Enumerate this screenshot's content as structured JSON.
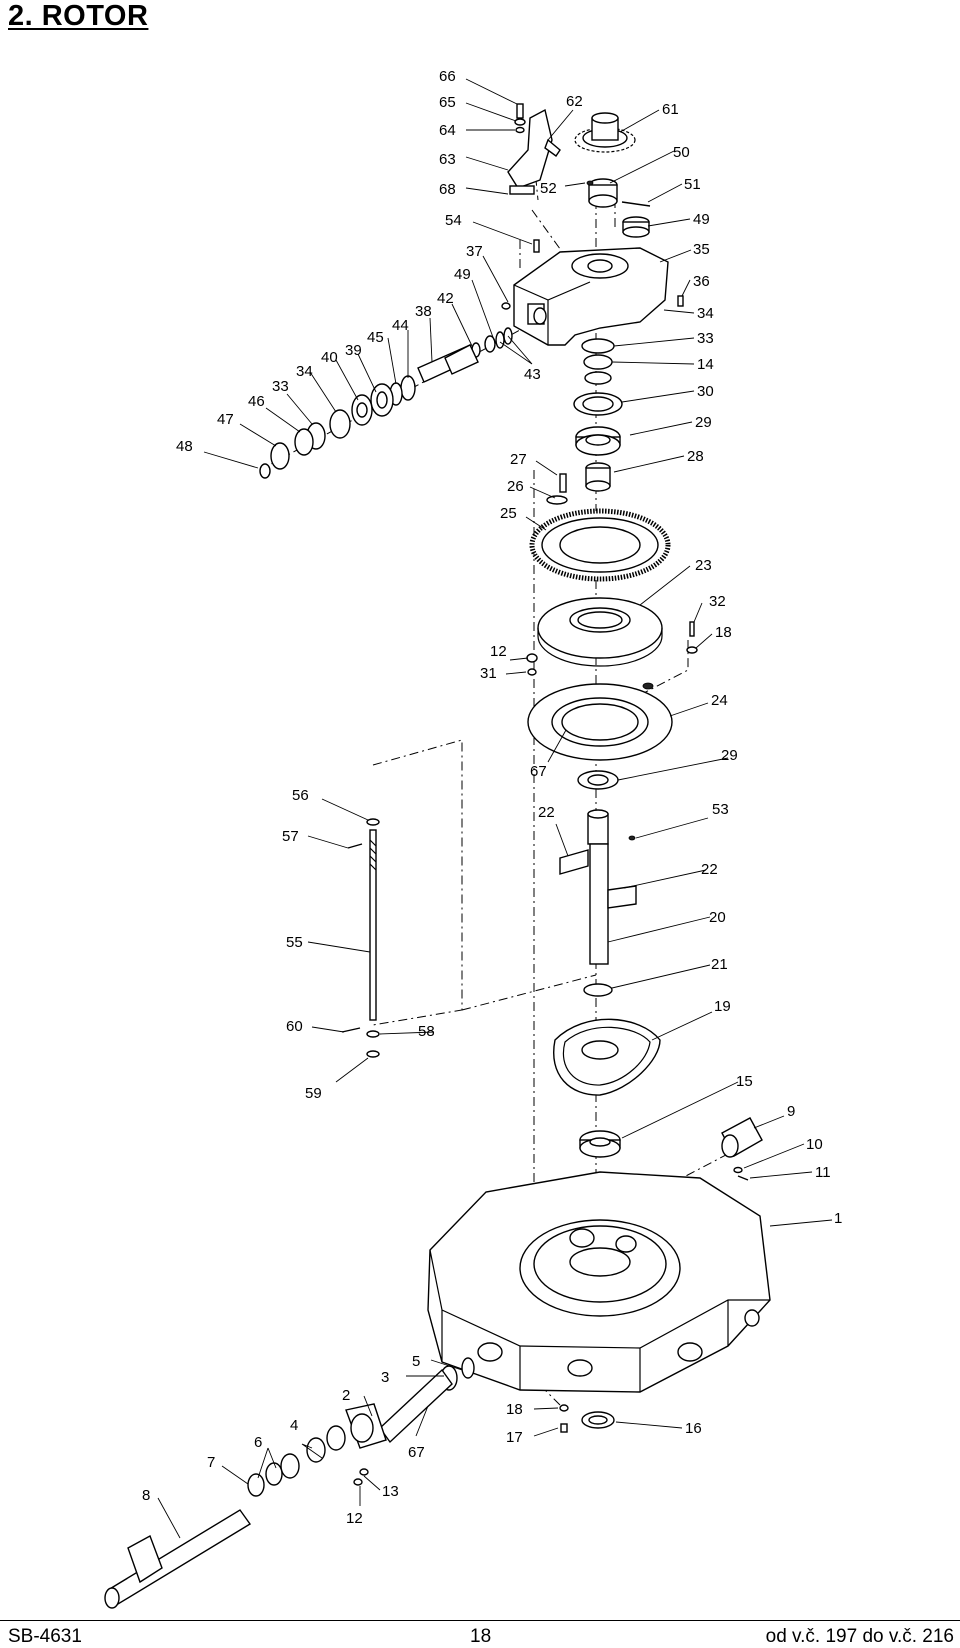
{
  "page": {
    "title": "2.  ROTOR",
    "footer_left": "SB-4631",
    "footer_center": "18",
    "footer_right": "od v.č. 197 do v.č. 216"
  },
  "labels": {
    "l66": "66",
    "l65": "65",
    "l64": "64",
    "l63": "63",
    "l68": "68",
    "l54": "54",
    "l62": "62",
    "l61": "61",
    "l50": "50",
    "l52": "52",
    "l51": "51",
    "l49a": "49",
    "l35": "35",
    "l36": "36",
    "l34a": "34",
    "l33a": "33",
    "l14": "14",
    "l30": "30",
    "l29a": "29",
    "l28": "28",
    "l37": "37",
    "l49b": "49",
    "l42": "42",
    "l38": "38",
    "l44": "44",
    "l45": "45",
    "l39": "39",
    "l40": "40",
    "l34b": "34",
    "l33b": "33",
    "l46": "46",
    "l47": "47",
    "l48": "48",
    "l43": "43",
    "l27": "27",
    "l26": "26",
    "l25": "25",
    "l23": "23",
    "l32": "32",
    "l18a": "18",
    "l12a": "12",
    "l31": "31",
    "l24": "24",
    "l67a": "67",
    "l29b": "29",
    "l56": "56",
    "l57": "57",
    "l22a": "22",
    "l53": "53",
    "l22b": "22",
    "l20": "20",
    "l55": "55",
    "l21": "21",
    "l19": "19",
    "l60": "60",
    "l58": "58",
    "l59": "59",
    "l15": "15",
    "l9": "9",
    "l10": "10",
    "l11": "11",
    "l1": "1",
    "l5": "5",
    "l3": "3",
    "l2": "2",
    "l4": "4",
    "l6": "6",
    "l67b": "67",
    "l18b": "18",
    "l16": "16",
    "l17": "17",
    "l7": "7",
    "l8": "8",
    "l12b": "12",
    "l13": "13"
  }
}
